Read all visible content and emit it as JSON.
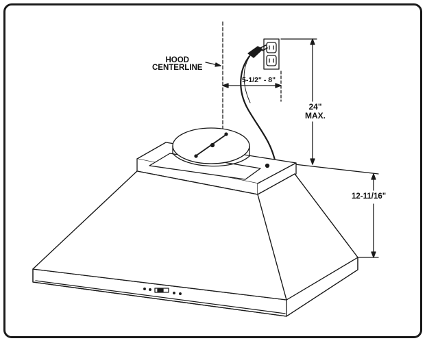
{
  "labels": {
    "hood_centerline_line1": "HOOD",
    "hood_centerline_line2": "CENTERLINE",
    "outlet_offset": "5-1/2\" - 8\"",
    "max_height_value": "24\"",
    "max_height_suffix": "MAX.",
    "hood_height": "12-11/16\""
  },
  "colors": {
    "line": "#1a1a1a",
    "background": "#ffffff"
  },
  "icons": [
    "electrical-outlet-icon",
    "power-plug-icon",
    "control-buttons"
  ]
}
